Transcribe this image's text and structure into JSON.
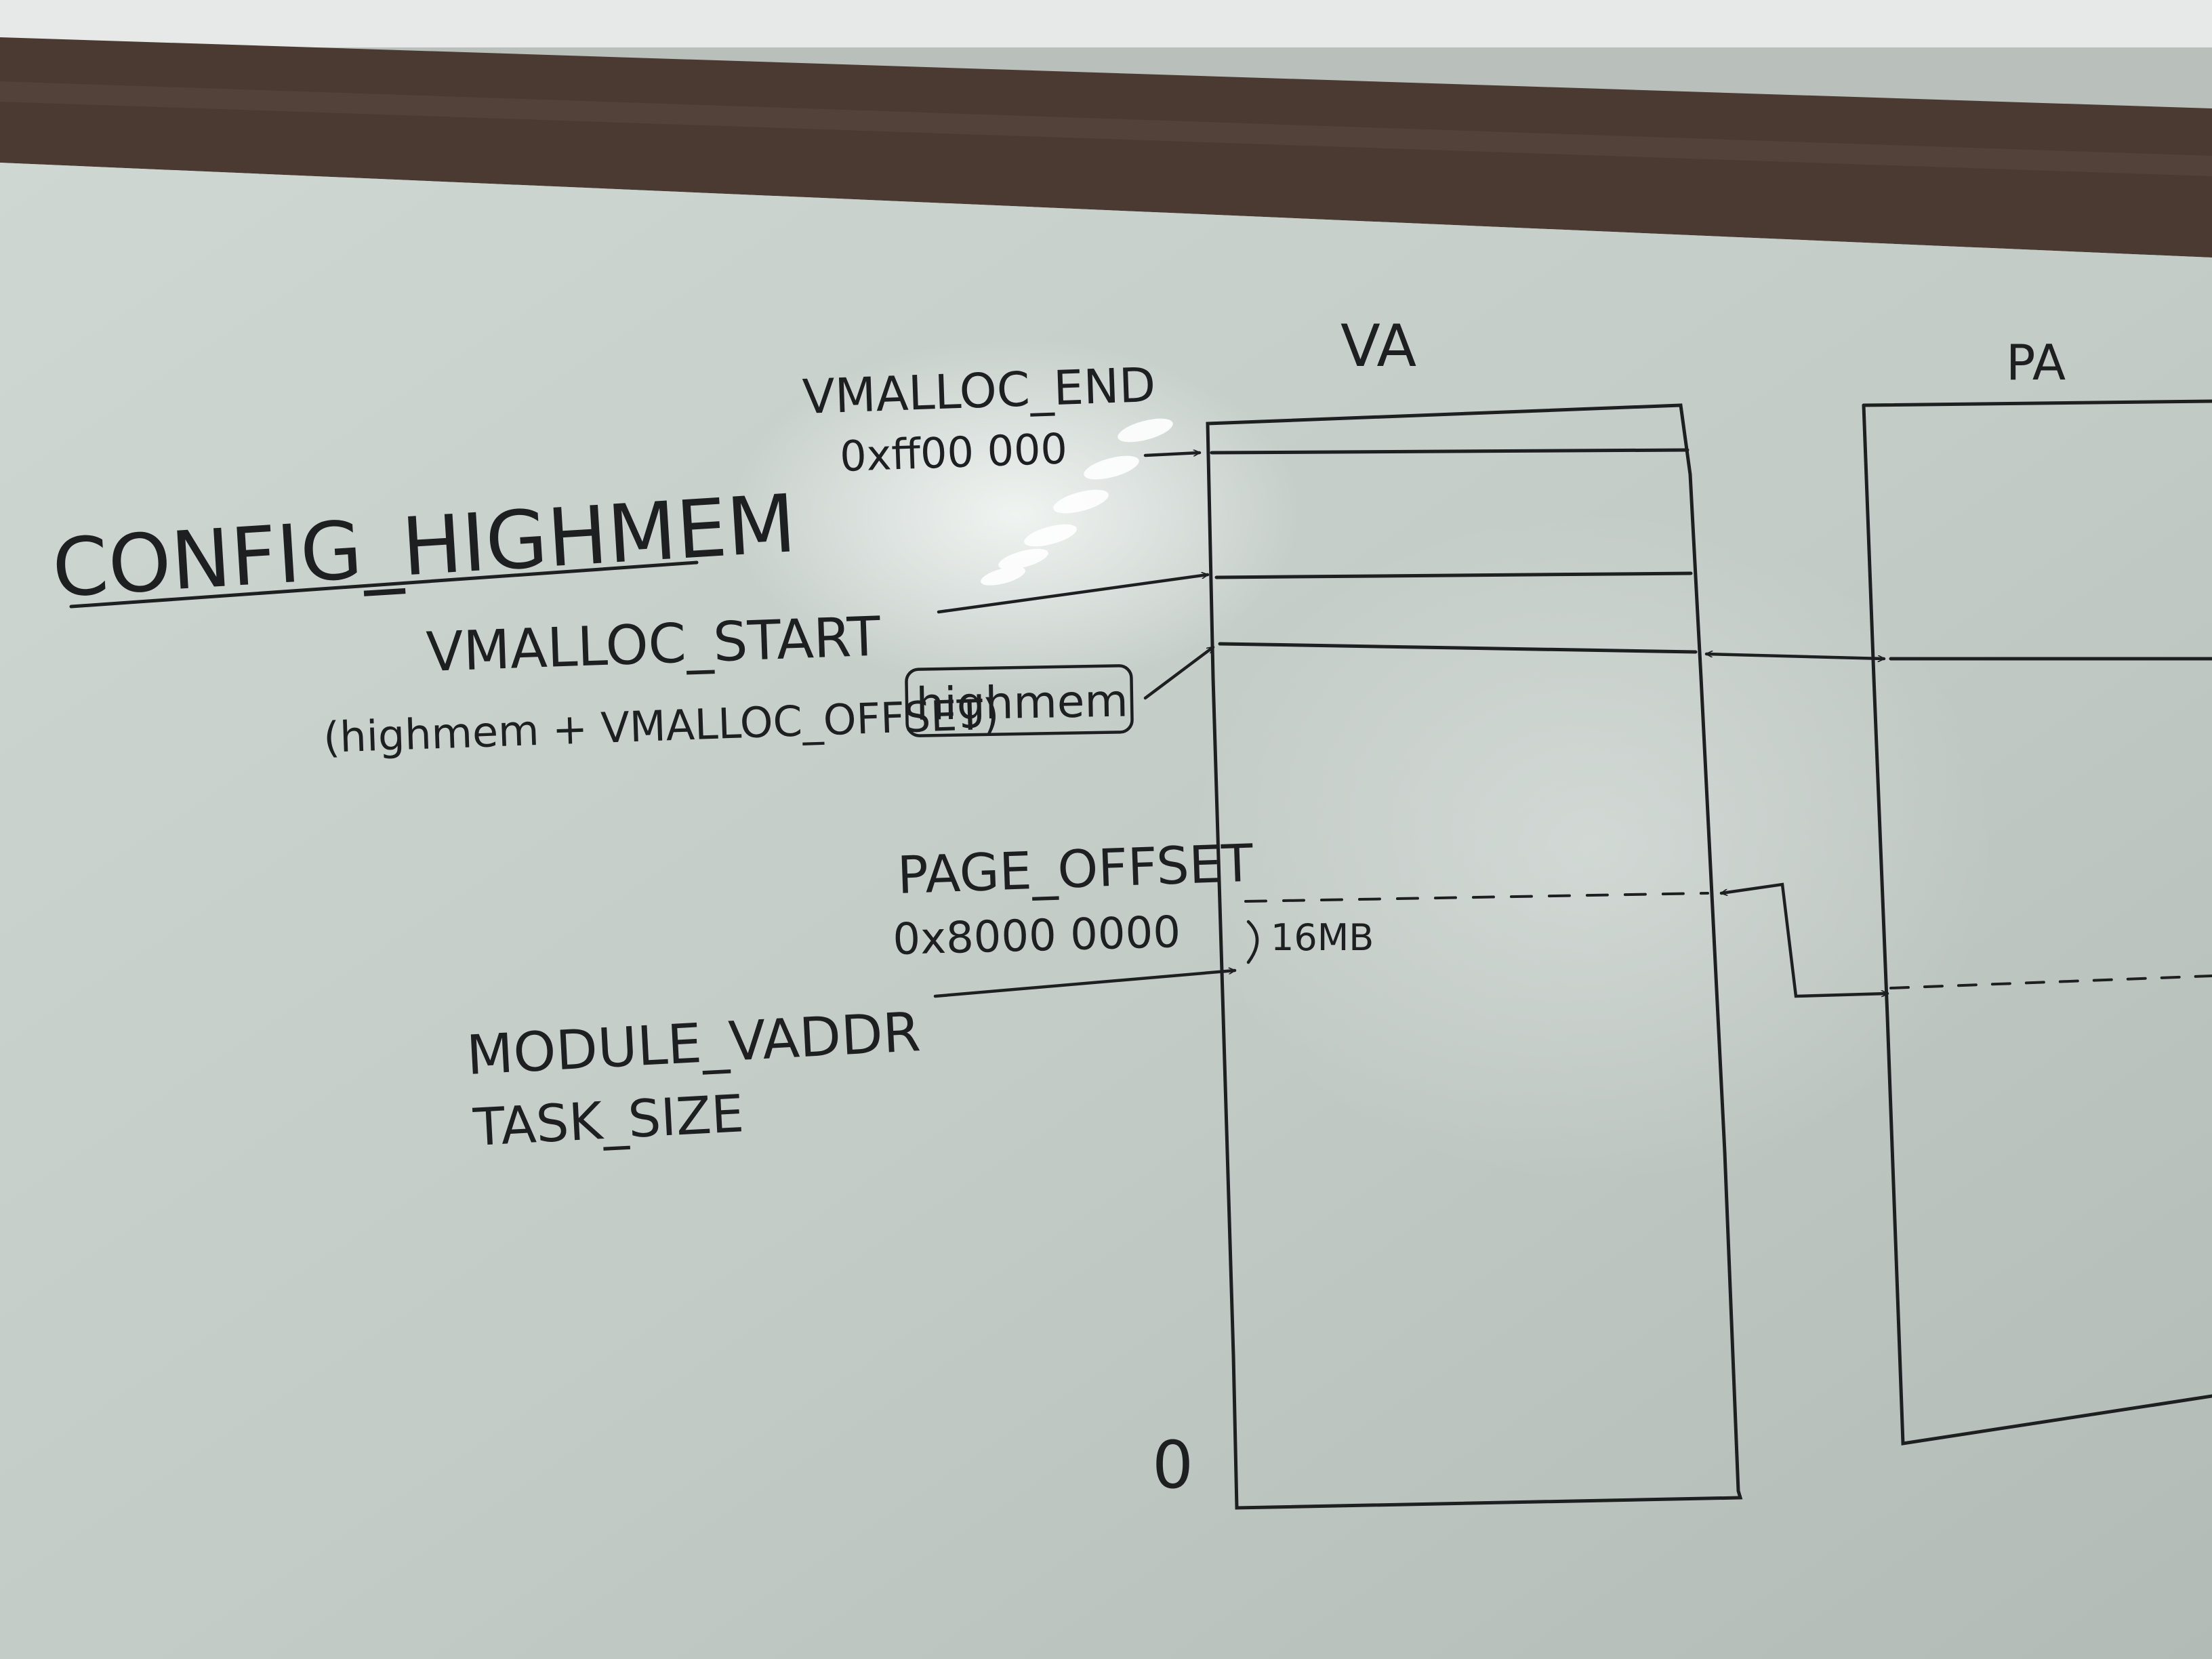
{
  "colors": {
    "ceiling": "#e9ecea",
    "frame_wood": "#4a3a32",
    "board": "#c9d1cd",
    "board_glare": "#e8eeeb",
    "ink": "#1d1f21"
  },
  "heading": "CONFIG_HIGHMEM",
  "columns": {
    "va": "VA",
    "pa": "PA"
  },
  "labels": {
    "vmalloc_end": "VMALLOC_END",
    "vmalloc_end_addr": "0xff00 000",
    "vmalloc_start": "VMALLOC_START",
    "vmalloc_start_formula": "(highmem + VMALLOC_OFFSET)",
    "highmem": "highmem",
    "page_offset": "PAGE_OFFSET",
    "page_offset_addr": "0x8000 0000",
    "size_16mb": "16MB",
    "module_vaddr": "MODULE_VADDR",
    "task_size": "TASK_SIZE",
    "zero": "0"
  }
}
